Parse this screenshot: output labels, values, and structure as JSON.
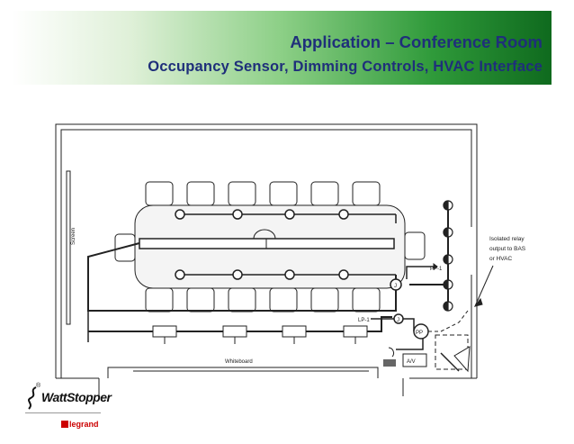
{
  "header": {
    "title": "Application – Conference Room",
    "subtitle": "Occupancy Sensor, Dimming Controls, HVAC Interface"
  },
  "diagram": {
    "screen_label": "Screen",
    "whiteboard_label": "Whiteboard",
    "pp1_label": "PP-1",
    "lp1_label": "LP-1",
    "j_label": "J",
    "pp_label": "PP",
    "av_label": "A/V",
    "relay_note": [
      "Isolated relay",
      "output to BAS",
      "or HVAC"
    ]
  },
  "logos": {
    "watt_stopper": "WattStopper",
    "registered_mark": "®",
    "legrand": "legrand"
  },
  "colors": {
    "title_text": "#1f2f7a",
    "banner_dark": "#0f6a1e",
    "line": "#222222"
  }
}
